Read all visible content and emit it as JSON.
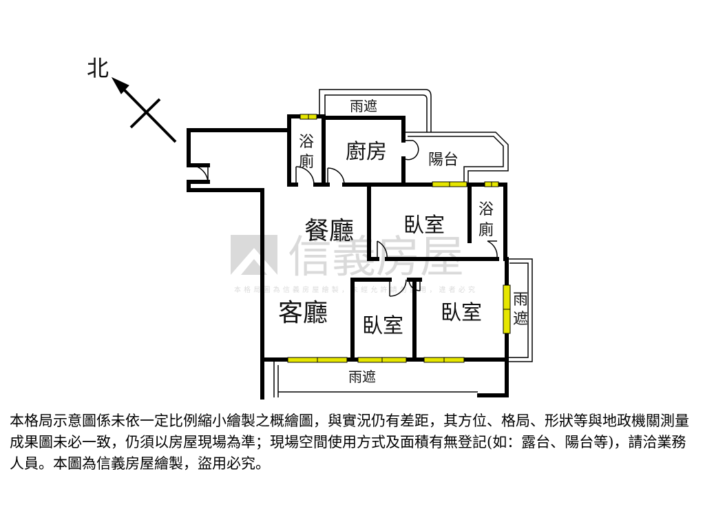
{
  "compass": {
    "label": "北"
  },
  "rooms": {
    "awning_top": "雨遮",
    "bath_left_1": "浴",
    "bath_left_2": "廁",
    "kitchen": "廚房",
    "balcony": "陽台",
    "dining": "餐廳",
    "bedroom_top": "臥室",
    "bath_right_1": "浴",
    "bath_right_2": "廁",
    "living": "客廳",
    "bedroom_small": "臥室",
    "bedroom_right": "臥室",
    "awning_right_1": "雨",
    "awning_right_2": "遮",
    "awning_bottom": "雨遮"
  },
  "watermark": {
    "brand": "信義房屋",
    "notice": "本格局圖為信義房屋繪製，未經允許請勿盜用，違者必究"
  },
  "disclaimer": "本格局示意圖係未依一定比例縮小繪製之概繪圖，與實況仍有差距，其方位、格局、形狀等與地政機關測量成果圖未必一致，仍須以房屋現場為準；現場空間使用方式及面積有無登記(如：露台、陽台等)，請洽業務人員。本圖為信義房屋繪製，盜用必究。",
  "colors": {
    "wall": "#000000",
    "window": "#e6e600",
    "watermark": "#c8c8c8"
  }
}
